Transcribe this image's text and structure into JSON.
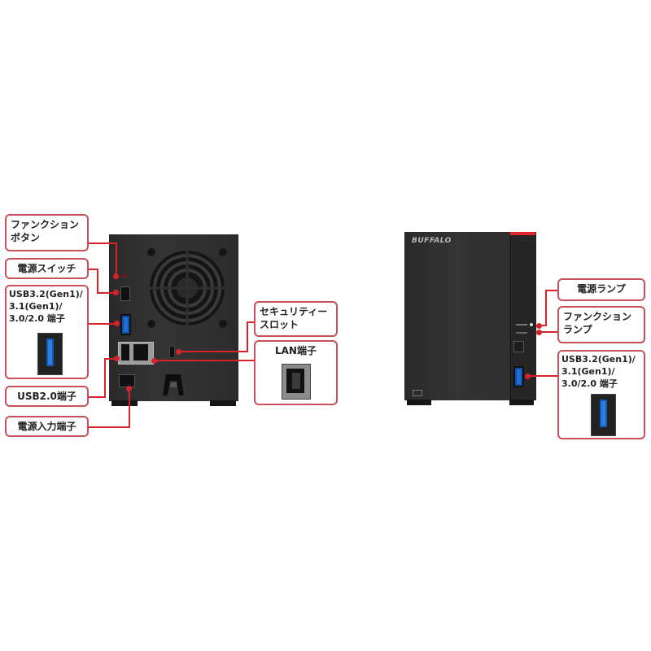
{
  "rear_view": {
    "callouts": {
      "function_button": "ファンクション\nボタン",
      "power_switch": "電源スイッチ",
      "usb3_port": "USB3.2(Gen1)/\n3.1(Gen1)/\n3.0/2.0 端子",
      "usb2_port": "USB2.0端子",
      "power_input": "電源入力端子",
      "security_slot": "セキュリティー\nスロット",
      "lan_port": "LAN端子"
    }
  },
  "front_view": {
    "brand_logo": "BUFFALO",
    "callouts": {
      "power_lamp": "電源ランプ",
      "function_lamp": "ファンクション\nランプ",
      "usb3_port": "USB3.2(Gen1)/\n3.1(Gen1)/\n3.0/2.0 端子"
    }
  },
  "colors": {
    "callout_border": "#c9505a",
    "leader_line": "#d8232a",
    "device_body": "#2e2e2e",
    "usb3_blue": "#1f6fd6",
    "accent_red": "#e0262b"
  }
}
